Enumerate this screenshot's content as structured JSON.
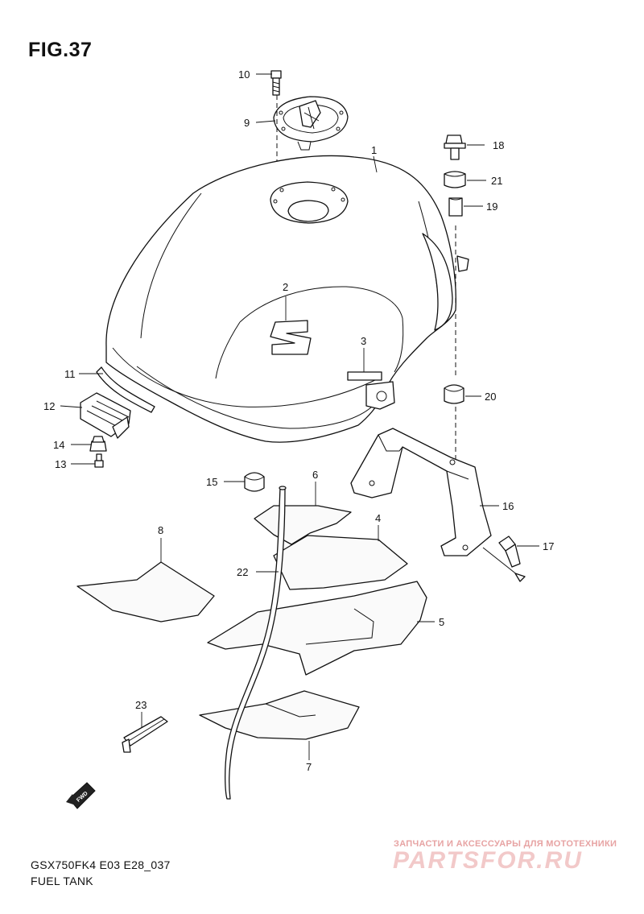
{
  "figure": {
    "title": "FIG.37"
  },
  "callouts": [
    {
      "id": "c1",
      "label": "1"
    },
    {
      "id": "c2",
      "label": "2"
    },
    {
      "id": "c3",
      "label": "3"
    },
    {
      "id": "c4",
      "label": "4"
    },
    {
      "id": "c5",
      "label": "5"
    },
    {
      "id": "c6",
      "label": "6"
    },
    {
      "id": "c7",
      "label": "7"
    },
    {
      "id": "c8",
      "label": "8"
    },
    {
      "id": "c9",
      "label": "9"
    },
    {
      "id": "c10",
      "label": "10"
    },
    {
      "id": "c11",
      "label": "11"
    },
    {
      "id": "c12",
      "label": "12"
    },
    {
      "id": "c13",
      "label": "13"
    },
    {
      "id": "c14",
      "label": "14"
    },
    {
      "id": "c15",
      "label": "15"
    },
    {
      "id": "c16",
      "label": "16"
    },
    {
      "id": "c17",
      "label": "17"
    },
    {
      "id": "c18",
      "label": "18"
    },
    {
      "id": "c19",
      "label": "19"
    },
    {
      "id": "c20",
      "label": "20"
    },
    {
      "id": "c21",
      "label": "21"
    },
    {
      "id": "c22",
      "label": "22"
    },
    {
      "id": "c23",
      "label": "23"
    }
  ],
  "direction_marker": "FWD",
  "footer": {
    "model_code": "GSX750FK4 E03 E28_037",
    "section_name": "FUEL TANK"
  },
  "watermark": {
    "subtitle": "ЗАПЧАСТИ И АКСЕССУАРЫ ДЛЯ МОТОТЕХНИКИ",
    "brand": "PARTSFOR.RU"
  }
}
